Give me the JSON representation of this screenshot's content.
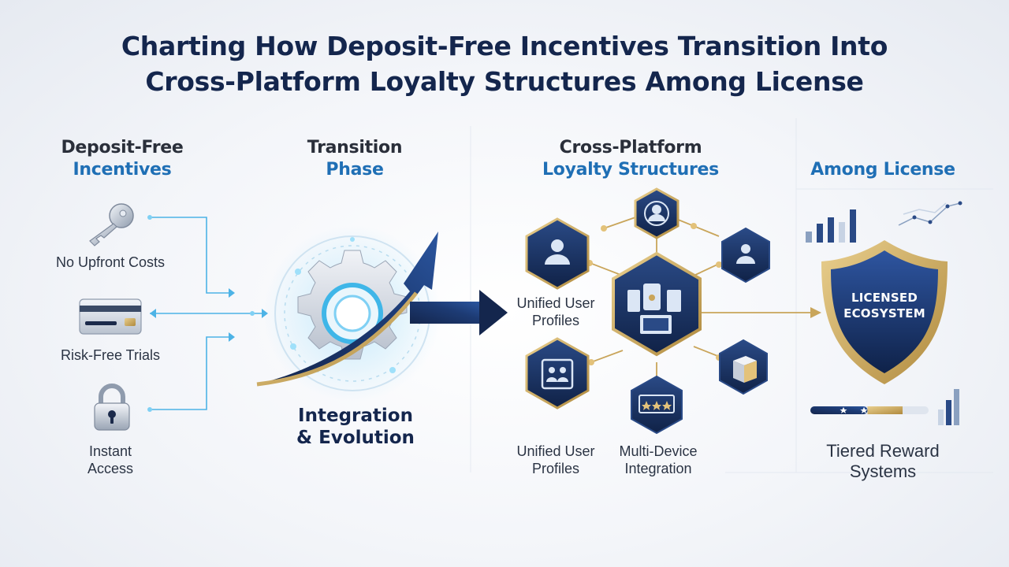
{
  "title": {
    "line1": "Charting How Deposit-Free Incentives Transition Into",
    "line2": "Cross-Platform Loyalty Structures Among License"
  },
  "columns": {
    "deposit_free": {
      "line1": "Deposit-Free",
      "line2": "Incentives"
    },
    "transition": {
      "line1": "Transition",
      "line2": "Phase"
    },
    "cross_platform": {
      "line1": "Cross-Platform",
      "line2": "Loyalty Structures"
    },
    "among_license": {
      "line1": "Among License"
    }
  },
  "incentives": [
    {
      "label": "No Upfront Costs",
      "icon": "key-icon"
    },
    {
      "label": "Risk-Free Trials",
      "icon": "credit-card-icon"
    },
    {
      "label_line1": "Instant",
      "label_line2": "Access",
      "icon": "padlock-icon"
    }
  ],
  "transition": {
    "label_line1": "Integration",
    "label_line2": "& Evolution",
    "icon": "gear-icon"
  },
  "loyalty": {
    "label_unified_1": {
      "line1": "Unified User",
      "line2": "Profiles"
    },
    "label_unified_2": {
      "line1": "Unified User",
      "line2": "Profiles"
    },
    "label_multi_device": {
      "line1": "Multi-Device",
      "line2": "Integration"
    },
    "nodes": [
      "user-profile-icon",
      "user-profile-icon",
      "user-profile-icon",
      "multi-device-icon",
      "group-tablet-icon",
      "rating-stars-icon",
      "reward-box-icon"
    ]
  },
  "license": {
    "shield_line1": "LICENSED",
    "shield_line2": "ECOSYSTEM",
    "tiered_line1": "Tiered Reward",
    "tiered_line2": "Systems",
    "tier_progress": 0.78
  },
  "colors": {
    "navy": "#14264d",
    "blue": "#1f6fb5",
    "cyan": "#3fb6e8",
    "gold": "#c9a55a"
  }
}
